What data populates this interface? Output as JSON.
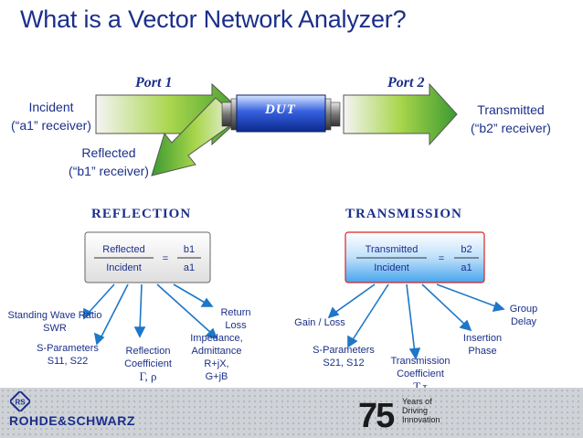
{
  "title": "What is a Vector Network Analyzer?",
  "ports": {
    "port1": "Port 1",
    "port2": "Port 2"
  },
  "dut": "DUT",
  "incident": {
    "line1": "Incident",
    "line2": "(“a1” receiver)"
  },
  "reflected": {
    "line1": "Reflected",
    "line2": "(“b1” receiver)"
  },
  "transmitted": {
    "line1": "Transmitted",
    "line2": "(“b2” receiver)"
  },
  "reflection": {
    "heading": "REFLECTION",
    "numerator": "Reflected",
    "denominator": "Incident",
    "equals": "=",
    "ratio_num": "b1",
    "ratio_den": "a1",
    "items": {
      "swr_1": "Standing Wave Ratio",
      "swr_2": "SWR",
      "sparam_1": "S-Parameters",
      "sparam_2": "S11, S22",
      "refl_1": "Reflection",
      "refl_2": "Coefficient",
      "refl_3": "Γ, ρ",
      "imp_1": "Impedance,",
      "imp_2": "Admittance",
      "imp_3": "R+jX,",
      "imp_4": "G+jB",
      "ret_1": "Return",
      "ret_2": "Loss"
    }
  },
  "transmission": {
    "heading": "TRANSMISSION",
    "numerator": "Transmitted",
    "denominator": "Incident",
    "equals": "=",
    "ratio_num": "b2",
    "ratio_den": "a1",
    "items": {
      "gain": "Gain / Loss",
      "sparam_1": "S-Parameters",
      "sparam_2": "S21, S12",
      "trans_1": "Transmission",
      "trans_2": "Coefficient",
      "trans_3": "T,τ",
      "ins_1": "Insertion",
      "ins_2": "Phase",
      "grp_1": "Group",
      "grp_2": "Delay"
    }
  },
  "footer": {
    "brand": "ROHDE&SCHWARZ",
    "years": "75",
    "tagline": "Years of\nDriving\nInnovation"
  },
  "colors": {
    "primary": "#1b2f8a",
    "reflection_box": "#f0f0f0",
    "transmission_box": "#3aa0e6",
    "footer": "#cfd3d8"
  }
}
